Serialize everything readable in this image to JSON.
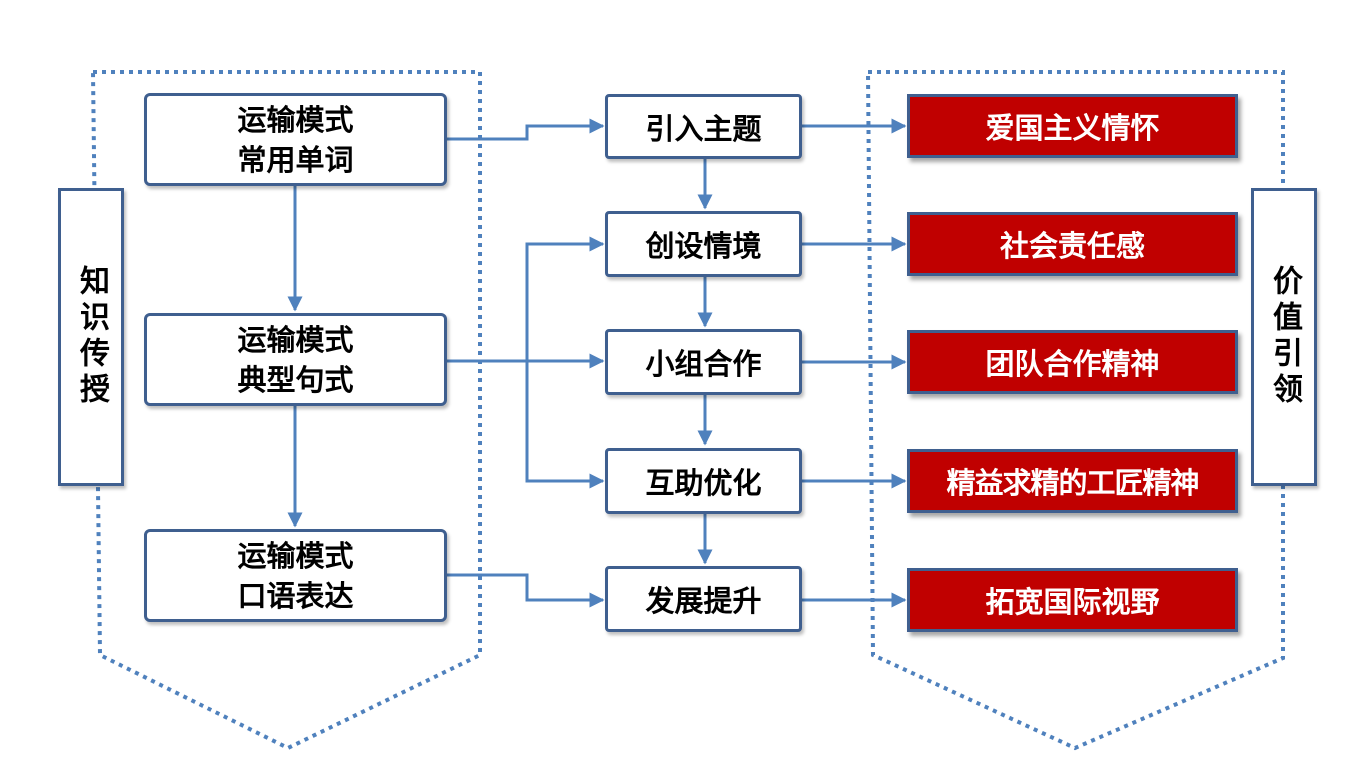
{
  "left_side_label": "知识传授",
  "right_side_label": "价值引领",
  "knowledge": [
    {
      "line1": "运输模式",
      "line2": "常用单词"
    },
    {
      "line1": "运输模式",
      "line2": "典型句式"
    },
    {
      "line1": "运输模式",
      "line2": "口语表达"
    }
  ],
  "steps": [
    "引入主题",
    "创设情境",
    "小组合作",
    "互助优化",
    "发展提升"
  ],
  "values": [
    "爱国主义情怀",
    "社会责任感",
    "团队合作精神",
    "精益求精的工匠精神",
    "拓宽国际视野"
  ],
  "colors": {
    "line": "#4f81bd",
    "border": "#3f5f8f",
    "value_fill": "#c00000"
  }
}
